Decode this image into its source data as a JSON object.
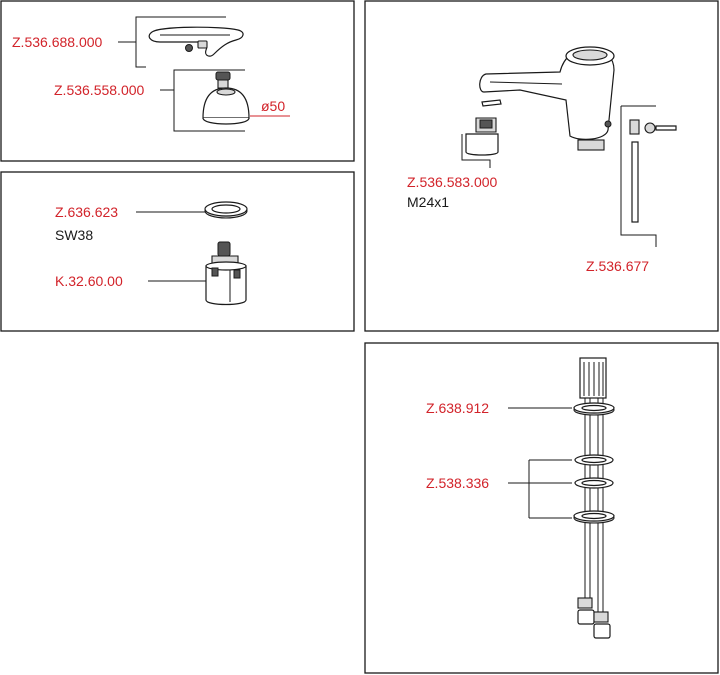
{
  "panels": {
    "handle": {
      "lever_code": "Z.536.688.000",
      "cap_code": "Z.536.558.000",
      "diameter": "ø50"
    },
    "cartridge": {
      "nut_code": "Z.636.623",
      "nut_size": "SW38",
      "cartridge_code": "K.32.60.00"
    },
    "faucet": {
      "aerator_code": "Z.536.583.000",
      "aerator_thread": "M24x1",
      "rod_code": "Z.536.677"
    },
    "hose": {
      "washer_code": "Z.638.912",
      "ring_code": "Z.538.336"
    }
  },
  "colors": {
    "label": "#d2232a",
    "line": "#1a1a1a"
  }
}
